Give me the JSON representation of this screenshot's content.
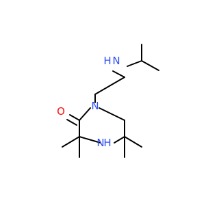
{
  "molecule": {
    "atoms": {
      "nh_amine": {
        "label": "N",
        "sub": "H",
        "color": "#3050F8"
      },
      "n_ring": {
        "label": "N",
        "color": "#3050F8"
      },
      "o_carbonyl": {
        "label": "O",
        "color": "#FF0D0D"
      },
      "nh_ring": {
        "label": "N",
        "sub": "H",
        "color": "#3050F8"
      }
    }
  }
}
